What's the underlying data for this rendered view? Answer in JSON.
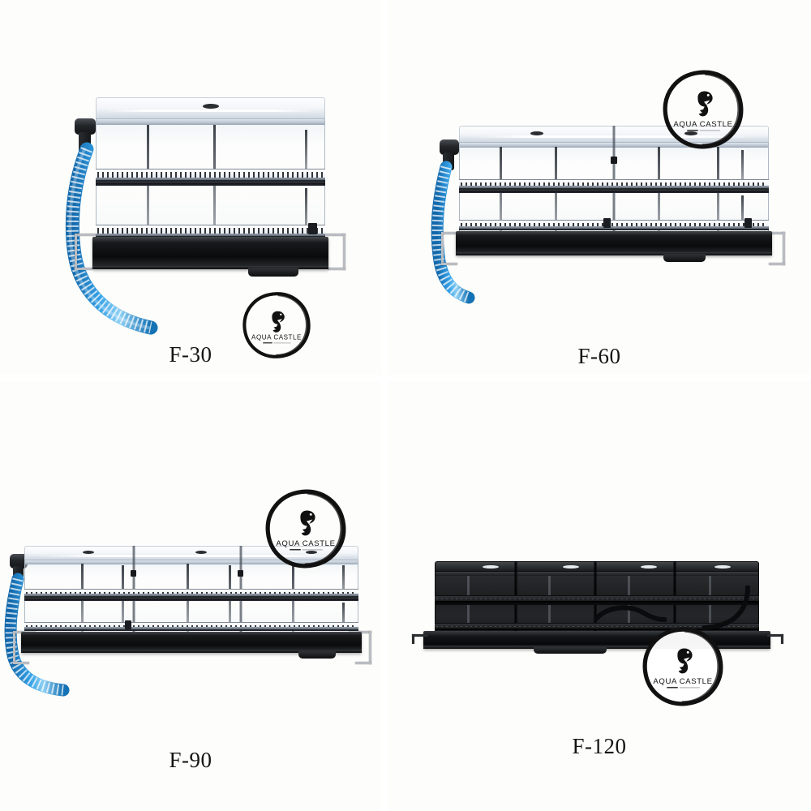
{
  "page": {
    "background_color": "#ffffff",
    "panel_color": "#fdfdfb",
    "layout": "2x2 product grid"
  },
  "brand": {
    "name": "AQUA CASTLE",
    "tagline": "",
    "mark": "koi-fish-in-brush-circle",
    "ink_color": "#111111"
  },
  "colors": {
    "hose_blue": "#1f8fe0",
    "hose_blue_light": "#63b8ee",
    "base_black": "#0a0b0c",
    "bracket_silver": "#b9bdc2",
    "acrylic_edge": "#aeb8c4",
    "caption_text": "#141414"
  },
  "products": [
    {
      "id": "f30",
      "label": "F-30",
      "sections": 1,
      "tiers": 2,
      "finish": "clear",
      "has_hose": true,
      "has_lid": true,
      "position": "top-left"
    },
    {
      "id": "f60",
      "label": "F-60",
      "sections": 2,
      "tiers": 2,
      "finish": "clear",
      "has_hose": true,
      "has_lid": true,
      "position": "top-right"
    },
    {
      "id": "f90",
      "label": "F-90",
      "sections": 3,
      "tiers": 2,
      "finish": "clear",
      "has_hose": true,
      "has_lid": true,
      "position": "bottom-left"
    },
    {
      "id": "f120",
      "label": "F-120",
      "sections": 4,
      "tiers": 2,
      "finish": "black",
      "has_hose": false,
      "has_lid": true,
      "position": "bottom-right"
    }
  ],
  "watermarks": [
    {
      "for": "f30",
      "text": "AQUA CASTLE"
    },
    {
      "for": "f60",
      "text": "AQUA CASTLE"
    },
    {
      "for": "f90",
      "text": "AQUA CASTLE"
    },
    {
      "for": "f120",
      "text": "AQUA CASTLE"
    }
  ]
}
